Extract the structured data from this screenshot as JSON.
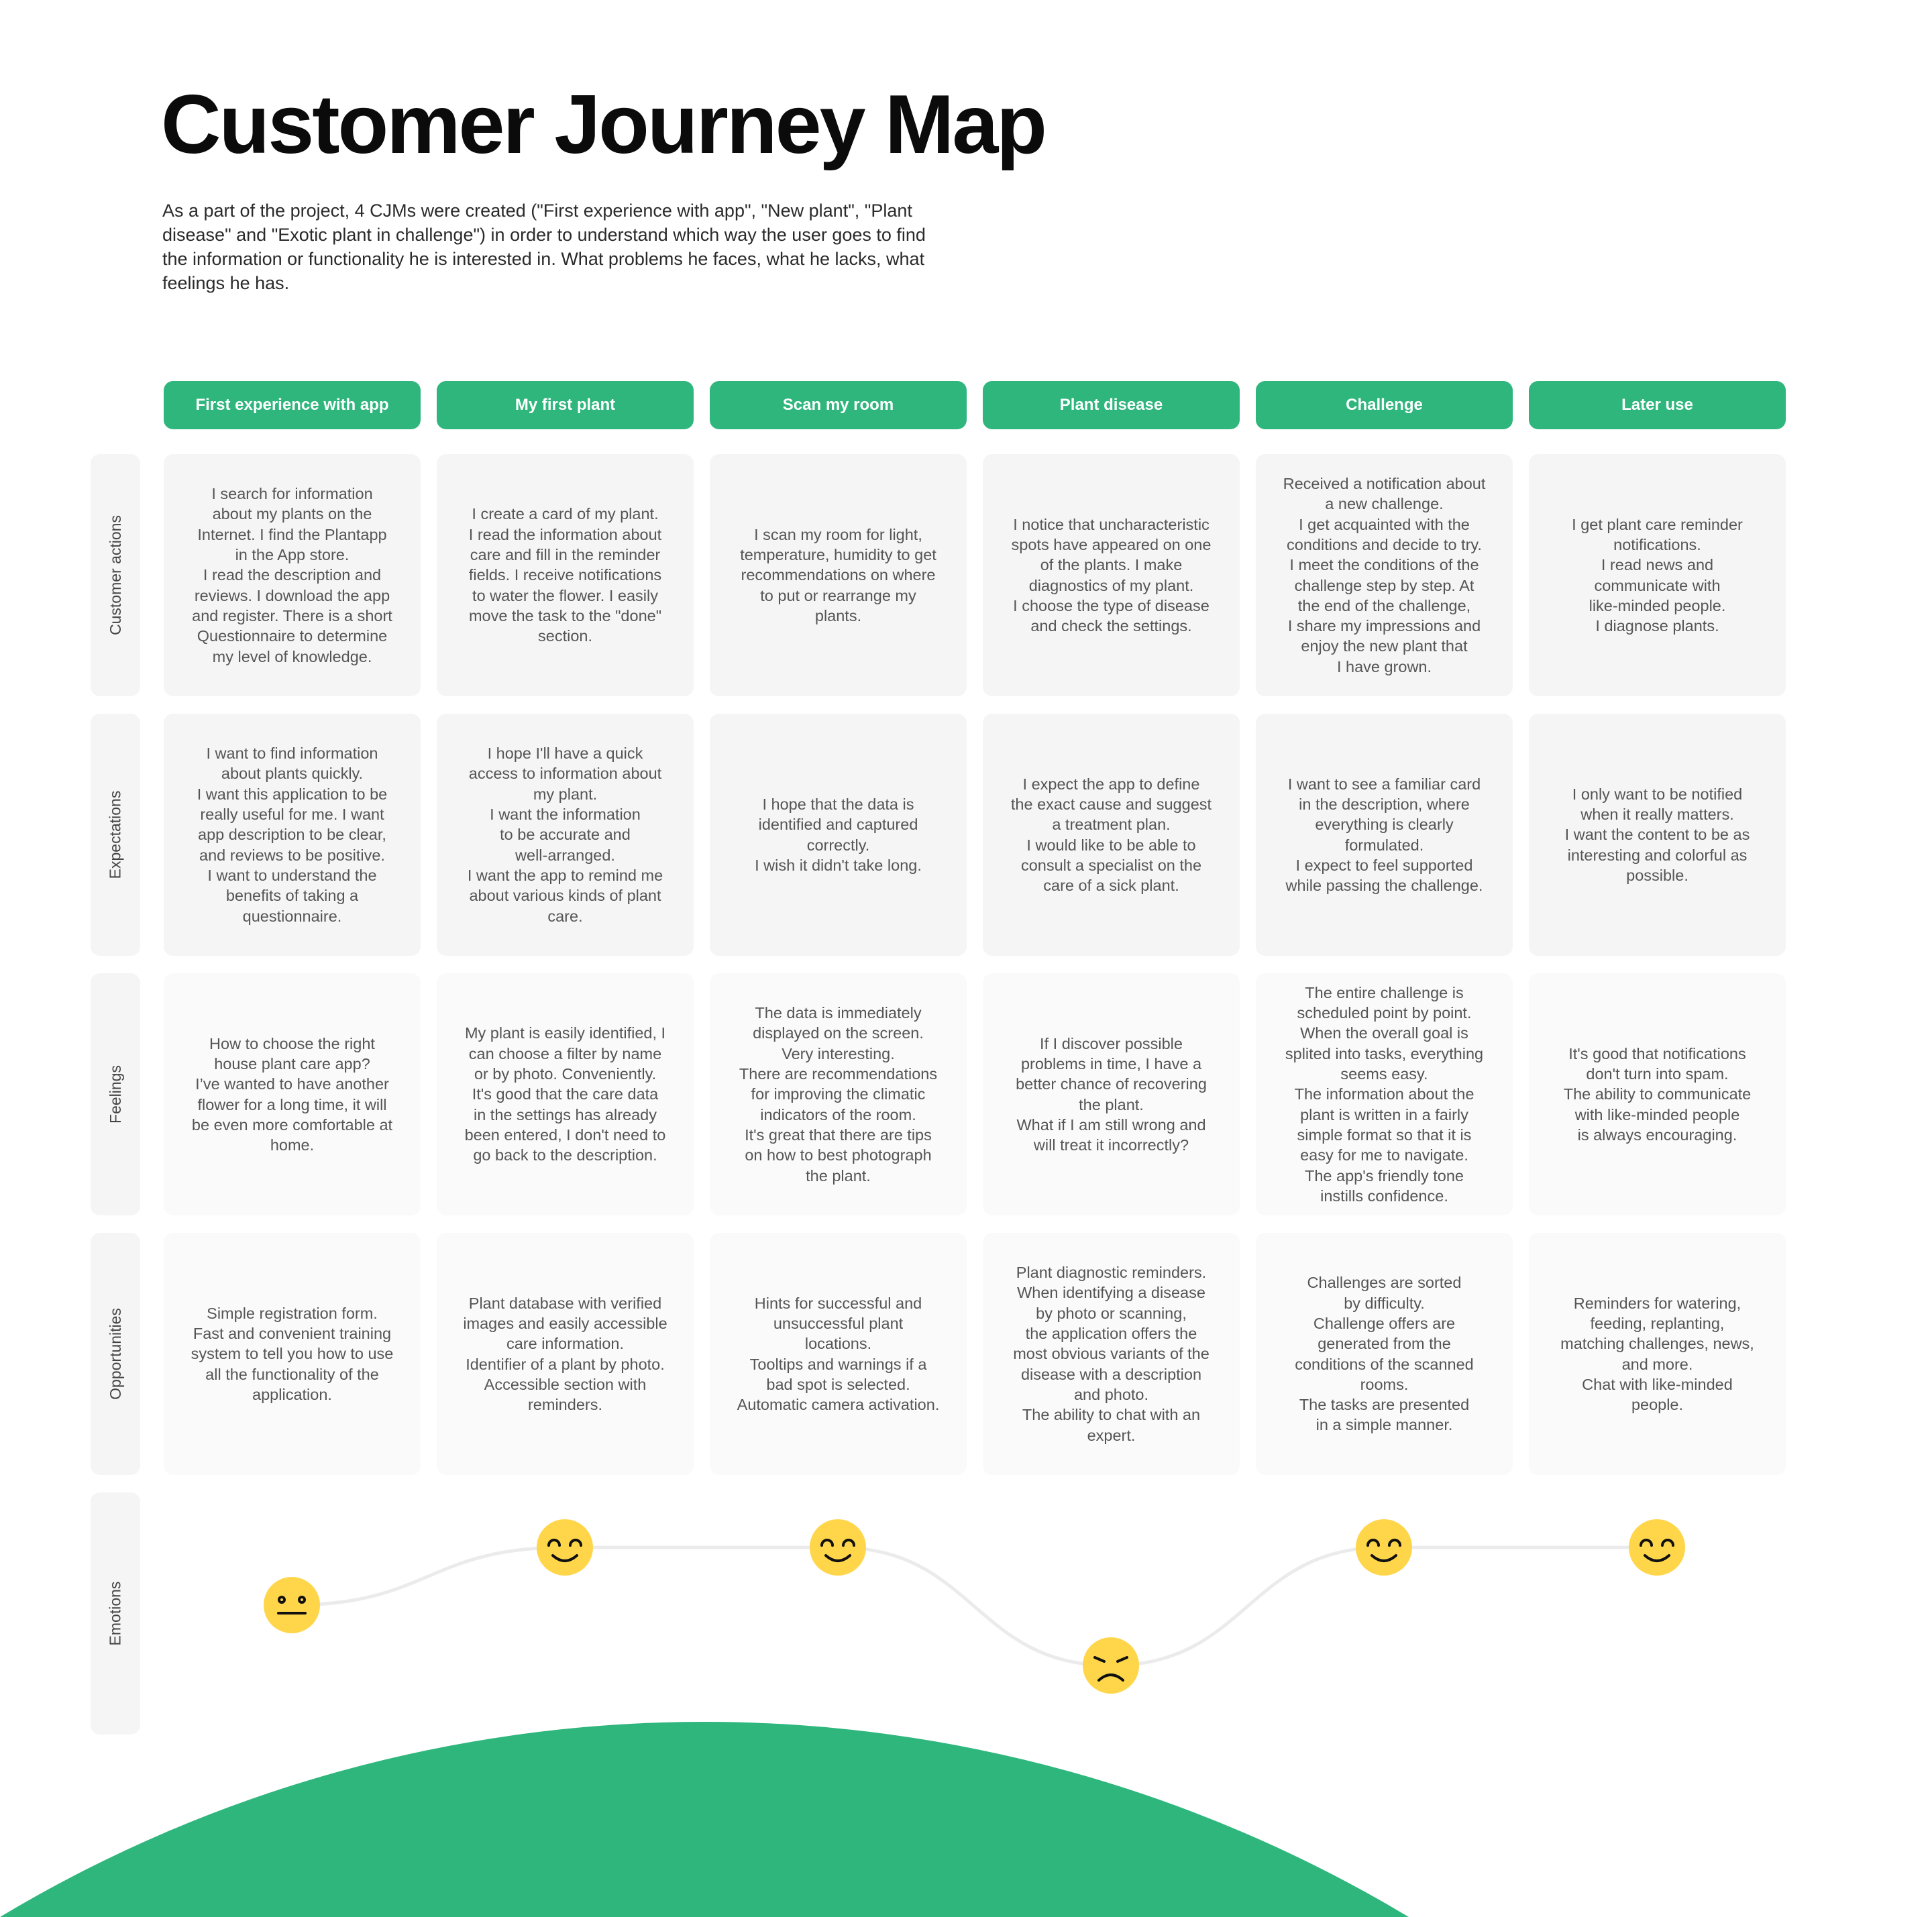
{
  "title": "Customer Journey Map",
  "intro": "As a part of the project, 4 CJMs were created (\"First experience with app\", \"New plant\", \"Plant disease\" and \"Exotic plant in challenge\") in order to understand which way the user goes to find the information or functionality he is interested in. What problems he faces, what he lacks, what feelings he has.",
  "stages": [
    "First experience with app",
    "My first plant",
    "Scan my room",
    "Plant disease",
    "Challenge",
    "Later use"
  ],
  "row_labels": [
    "Customer actions",
    "Expectations",
    "Feelings",
    "Opportunities",
    "Emotions"
  ],
  "rows": [
    [
      "I search for information\nabout my plants on the\nInternet. I find the Plantapp\nin the App store.\nI read the description and\nreviews. I download the app\nand register. There is a short\nQuestionnaire to determine\nmy level of knowledge.",
      "I create a card of my plant.\nI read the information about\ncare and fill in the reminder\nfields. I receive notifications\nto water the flower. I easily\nmove the task to the \"done\"\nsection.",
      "I scan my room for light,\ntemperature, humidity to get\nrecommendations on where\nto put or rearrange my\nplants.",
      "I notice that uncharacteristic\nspots have appeared on one\nof the plants. I make\ndiagnostics of my plant.\nI choose the type of disease\nand check the settings.",
      "Received a notification about\na new challenge.\nI get acquainted with the\nconditions and decide to try.\nI meet the conditions of the\nchallenge step by step. At\nthe end of the challenge,\nI share my impressions and\nenjoy the new plant that\nI have grown.",
      "I get plant care reminder\nnotifications.\nI read news and\ncommunicate with\nlike-minded people.\nI diagnose plants."
    ],
    [
      "I want to find information\nabout plants quickly.\nI want this application to be\nreally useful for me. I want\napp description to be clear,\nand reviews to be positive.\nI want to understand the\nbenefits of taking a\nquestionnaire.",
      "I hope I'll have a quick\naccess to information about\nmy plant.\nI want the information\nto be accurate and\nwell-arranged.\nI want the app to remind me\nabout various kinds of plant\ncare.",
      "I hope that the data is\nidentified and captured\ncorrectly.\nI wish it didn't take long.",
      "I expect the app to define\nthe exact cause and suggest\na treatment plan.\nI would like to be able to\nconsult a specialist on the\ncare of a sick plant.",
      "I want to see a familiar card\nin the description, where\neverything is clearly\nformulated.\nI expect to feel supported\nwhile passing the challenge.",
      "I only want to be notified\nwhen it really matters.\nI want the content to be as\ninteresting and colorful as\npossible."
    ],
    [
      "How to choose the right\nhouse plant care app?\nI’ve wanted to have another\nflower for a long time, it will\nbe even more comfortable at\nhome.",
      "My plant is easily identified, I\ncan choose a filter by name\nor by photo. Conveniently.\nIt's good that the care data\nin the settings has already\nbeen entered, I don't need to\ngo back to the description.",
      "The data is immediately\ndisplayed on the screen.\nVery interesting.\nThere are recommendations\nfor improving the climatic\nindicators of the room.\nIt's great that there are tips\non how to best photograph\nthe plant.",
      "If I discover possible\nproblems in time, I have a\nbetter chance of recovering\nthe plant.\nWhat if I am still wrong and\nwill treat it incorrectly?",
      "The entire challenge is\nscheduled point by point.\nWhen the overall goal is\nsplited into tasks, everything\nseems easy.\nThe information about the\nplant is written in a fairly\nsimple format so that it is\neasy for me to navigate.\nThe app's friendly tone\ninstills confidence.",
      "It's good that notifications\ndon't turn into spam.\nThe ability to communicate\nwith like-minded people\nis always encouraging."
    ],
    [
      "Simple registration form.\nFast and convenient training\nsystem to tell you how to use\nall the functionality of the\napplication.",
      "Plant database with verified\nimages and easily accessible\ncare information.\nIdentifier of a plant by photo.\nAccessible section with\nreminders.",
      "Hints for successful and\nunsuccessful plant\nlocations.\nTooltips and warnings if a\nbad spot is selected.\nAutomatic camera activation.",
      "Plant diagnostic reminders.\nWhen identifying a disease\nby photo or scanning,\nthe application offers the\nmost obvious variants of the\ndisease with a description\nand photo.\nThe ability to chat with an\nexpert.",
      "Challenges are sorted\nby difficulty.\nChallenge offers are\ngenerated from the\nconditions of the scanned\nrooms.\nThe tasks are presented\nin a simple manner.",
      "Reminders for watering,\nfeeding, replanting,\nmatching challenges, news,\nand more.\nChat with like-minded\npeople."
    ]
  ],
  "emotions": [
    "neutral",
    "happy",
    "happy",
    "sad",
    "happy",
    "happy"
  ],
  "colors": {
    "accent": "#2eb67d",
    "face": "#ffd54a",
    "line": "#ebebeb",
    "card": "#f5f5f5"
  }
}
